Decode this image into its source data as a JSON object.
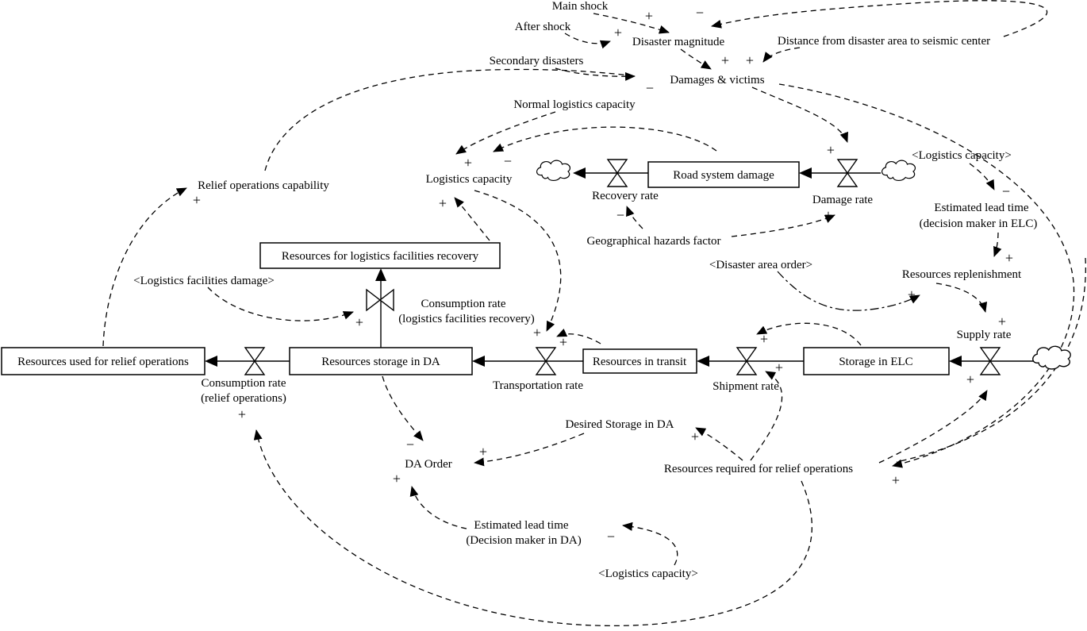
{
  "diagram": {
    "stocks": {
      "road_system_damage": "Road system damage",
      "resources_for_logistics_facilities_recovery": "Resources for logistics facilities recovery",
      "resources_used_for_relief_operations": "Resources used for relief operations",
      "resources_storage_in_da": "Resources storage in DA",
      "resources_in_transit": "Resources in transit",
      "storage_in_elc": "Storage in ELC"
    },
    "valves": {
      "recovery_rate": "Recovery rate",
      "damage_rate": "Damage rate",
      "consumption_rate_lfr_line1": "Consumption rate",
      "consumption_rate_lfr_line2": "(logistics facilities recovery)",
      "consumption_rate_ro_line1": "Consumption rate",
      "consumption_rate_ro_line2": "(relief  operations)",
      "transportation_rate": "Transportation rate",
      "shipment_rate": "Shipment rate",
      "supply_rate": "Supply rate"
    },
    "auxiliaries": {
      "main_shock": "Main shock",
      "after_shock": "After shock",
      "disaster_magnitude": "Disaster magnitude",
      "secondary_disasters": "Secondary disasters",
      "damages_victims": "Damages & victims",
      "distance_seismic": "Distance from disaster area to seismic center",
      "normal_logistics_capacity": "Normal logistics capacity",
      "logistics_capacity": "Logistics capacity",
      "relief_operations_capability": "Relief operations capability",
      "logistics_facilities_damage_shadow": "<Logistics facilities damage>",
      "geographical_hazards_factor": "Geographical hazards factor",
      "disaster_area_order_shadow": "<Disaster area order>",
      "logistics_capacity_shadow_top": "<Logistics capacity>",
      "estimated_lead_time_elc_line1": "Estimated lead time",
      "estimated_lead_time_elc_line2": "(decision maker in ELC)",
      "resources_replenishment": "Resources replenishment",
      "desired_storage_in_da": "Desired Storage  in DA",
      "resources_required": "Resources required for relief operations",
      "da_order": "DA Order",
      "estimated_lead_time_da_line1": "Estimated lead time",
      "estimated_lead_time_da_line2": "(Decision maker in DA)",
      "logistics_capacity_shadow_bottom": "<Logistics capacity>"
    },
    "signs": {
      "s1": "+",
      "s2": "+",
      "s3": "−",
      "s4": "+",
      "s5": "+",
      "s6": "−",
      "s7": "+",
      "s8": "−",
      "s9": "+",
      "s10": "+",
      "s11": "+",
      "s12": "−",
      "s13": "−",
      "s14": "+",
      "s15": "+",
      "s16": "+",
      "s17": "+",
      "s18": "+",
      "s19": "+",
      "s20": "+",
      "s21": "+",
      "s22": "+",
      "s23": "+",
      "s24": "+",
      "s25": "−",
      "s26": "+",
      "s27": "+",
      "s28": "+",
      "s29": "−",
      "s30": "+"
    },
    "edges": [
      {
        "from": "Main shock",
        "to": "Disaster magnitude",
        "polarity": "+"
      },
      {
        "from": "After shock",
        "to": "Disaster magnitude",
        "polarity": "+"
      },
      {
        "from": "Distance from disaster area to seismic center",
        "to": "Disaster magnitude",
        "polarity": "−"
      },
      {
        "from": "Disaster magnitude",
        "to": "Damages & victims",
        "polarity": "+"
      },
      {
        "from": "Distance from disaster area to seismic center",
        "to": "Damages & victims",
        "polarity": "+"
      },
      {
        "from": "Secondary disasters",
        "to": "Damages & victims",
        "polarity": ""
      },
      {
        "from": "Relief operations capability",
        "to": "Damages & victims",
        "polarity": "−"
      },
      {
        "from": "Normal logistics capacity",
        "to": "Logistics capacity",
        "polarity": "+"
      },
      {
        "from": "Road system damage",
        "to": "Logistics capacity",
        "polarity": "−"
      },
      {
        "from": "Resources for logistics facilities recovery",
        "to": "Logistics capacity",
        "polarity": "+"
      },
      {
        "from": "Damages & victims",
        "to": "Damage rate",
        "polarity": "+"
      },
      {
        "from": "Geographical hazards factor",
        "to": "Damage rate",
        "polarity": "+"
      },
      {
        "from": "Geographical hazards factor",
        "to": "Recovery rate",
        "polarity": "−"
      },
      {
        "from": "<Logistics capacity>",
        "to": "Estimated lead time (decision maker in ELC)",
        "polarity": "−"
      },
      {
        "from": "Estimated lead time (decision maker in ELC)",
        "to": "Resources replenishment",
        "polarity": "+"
      },
      {
        "from": "<Disaster area order>",
        "to": "Resources replenishment",
        "polarity": "+"
      },
      {
        "from": "Resources replenishment",
        "to": "Supply rate",
        "polarity": "+"
      },
      {
        "from": "Resources required for relief operations",
        "to": "Supply rate",
        "polarity": "+"
      },
      {
        "from": "Storage in ELC",
        "to": "Shipment rate",
        "polarity": "+"
      },
      {
        "from": "Resources required for relief operations",
        "to": "Shipment rate",
        "polarity": "+"
      },
      {
        "from": "Logistics capacity",
        "to": "Transportation rate",
        "polarity": "+"
      },
      {
        "from": "Resources in transit",
        "to": "Transportation rate",
        "polarity": "+"
      },
      {
        "from": "<Logistics facilities damage>",
        "to": "Consumption rate (logistics facilities recovery)",
        "polarity": "+"
      },
      {
        "from": "Resources used for relief operations",
        "to": "Relief operations capability",
        "polarity": "+"
      },
      {
        "from": "Resources required for relief operations",
        "to": "Consumption rate (relief operations)",
        "polarity": "+"
      },
      {
        "from": "Resources storage in DA",
        "to": "DA Order",
        "polarity": "−"
      },
      {
        "from": "Desired Storage in DA",
        "to": "DA Order",
        "polarity": "+"
      },
      {
        "from": "Estimated lead time (Decision maker in DA)",
        "to": "DA Order",
        "polarity": "+"
      },
      {
        "from": "<Logistics capacity>",
        "to": "Estimated lead time (Decision maker in DA)",
        "polarity": "−"
      },
      {
        "from": "Resources required for relief operations",
        "to": "Desired Storage in DA",
        "polarity": "+"
      },
      {
        "from": "Damages & victims",
        "to": "Resources required for relief operations",
        "polarity": "+"
      }
    ],
    "flows": [
      {
        "from": "cloud",
        "to": "Storage in ELC",
        "valve": "Supply rate"
      },
      {
        "from": "Storage in ELC",
        "to": "Resources in transit",
        "valve": "Shipment rate"
      },
      {
        "from": "Resources in transit",
        "to": "Resources storage in DA",
        "valve": "Transportation rate"
      },
      {
        "from": "Resources storage in DA",
        "to": "Resources used for relief operations",
        "valve": "Consumption rate (relief operations)"
      },
      {
        "from": "Resources storage in DA",
        "to": "Resources for logistics facilities recovery",
        "valve": "Consumption rate (logistics facilities recovery)"
      },
      {
        "from": "cloud",
        "to": "Road system damage",
        "valve": "Damage rate"
      },
      {
        "from": "Road system damage",
        "to": "cloud",
        "valve": "Recovery rate"
      }
    ]
  }
}
